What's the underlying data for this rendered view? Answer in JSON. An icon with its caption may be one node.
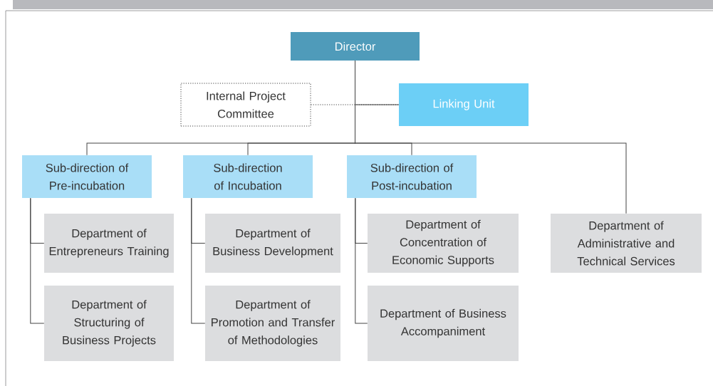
{
  "diagram": {
    "nodes": [
      {
        "text": [
          "Director"
        ]
      },
      {
        "text": [
          "Internal Project Committee"
        ]
      },
      {
        "text": [
          "Linking Unit"
        ]
      },
      {
        "text": [
          "Sub-direction of Pre-incubation"
        ]
      },
      {
        "text": [
          "Sub-direction of Incubation"
        ]
      },
      {
        "text": [
          "Sub-direction of Post-incubation"
        ]
      },
      {
        "text": [
          "Department of Entrepreneurs Training"
        ]
      },
      {
        "text": [
          "Department of Structuring of Business Projects"
        ]
      },
      {
        "text": [
          "Department of Business Development"
        ]
      },
      {
        "text": [
          "Department of Promotion and Transfer of Methodologies"
        ]
      },
      {
        "text": [
          "Department of Concentration of Economic Supports"
        ]
      },
      {
        "text": [
          "Department of Business Accompaniment"
        ]
      },
      {
        "text": [
          "Department of Administrative and Technical Services"
        ]
      }
    ],
    "edges": [
      {
        "from": 1,
        "to": 2,
        "arrow": "none",
        "style": "dashed"
      },
      {
        "from": 0,
        "to": 2,
        "arrow": "none"
      },
      {
        "from": 0,
        "to": 3,
        "arrow": "none"
      },
      {
        "from": 0,
        "to": 4,
        "arrow": "none"
      },
      {
        "from": 0,
        "to": 5,
        "arrow": "none"
      },
      {
        "from": 0,
        "to": 12,
        "arrow": "none"
      },
      {
        "from": 3,
        "to": 6,
        "arrow": "none"
      },
      {
        "from": 3,
        "to": 7,
        "arrow": "none"
      },
      {
        "from": 4,
        "to": 8,
        "arrow": "none"
      },
      {
        "from": 4,
        "to": 9,
        "arrow": "none"
      },
      {
        "from": 5,
        "to": 10,
        "arrow": "none"
      },
      {
        "from": 5,
        "to": 11,
        "arrow": "none"
      }
    ]
  }
}
